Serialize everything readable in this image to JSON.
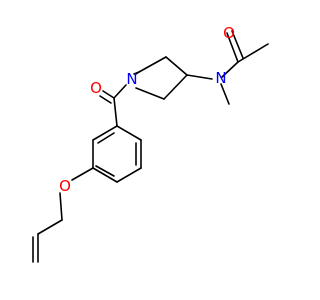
{
  "molecule": {
    "atoms": {
      "O_acetyl": {
        "symbol": "O",
        "color": "#ff0000"
      },
      "N_amide": {
        "symbol": "N",
        "color": "#0000ff"
      },
      "O_carbonyl": {
        "symbol": "O",
        "color": "#ff0000"
      },
      "N_pyrrolidine": {
        "symbol": "N",
        "color": "#0000ff"
      },
      "O_ether": {
        "symbol": "O",
        "color": "#ff0000"
      }
    },
    "bond_color": "#000000"
  }
}
